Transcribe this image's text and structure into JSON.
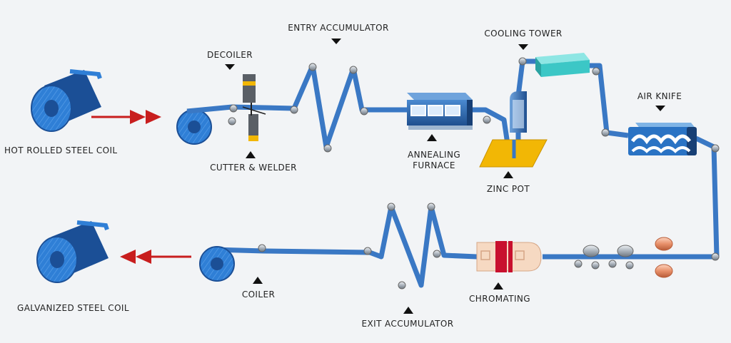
{
  "labels": {
    "hot_rolled_coil": "HOT ROLLED STEEL COIL",
    "decoiler": "DECOILER",
    "cutter_welder": "CUTTER & WELDER",
    "entry_accumulator": "ENTRY ACCUMULATOR",
    "annealing_furnace_line1": "ANNEALING",
    "annealing_furnace_line2": "FURNACE",
    "cooling_tower": "COOLING TOWER",
    "zinc_pot": "ZINC POT",
    "air_knife": "AIR KNIFE",
    "chromating": "CHROMATING",
    "exit_accumulator": "EXIT ACCUMULATOR",
    "coiler": "COILER",
    "galvanized_coil": "GALVANIZED STEEL COIL"
  },
  "colors": {
    "strip": "#3a78c4",
    "strip_dark": "#1f4f8f",
    "coil": "#2f7fd6",
    "coil_dark": "#1b4f96",
    "arrow": "#c81e1e",
    "furnace": "#2e6fb8",
    "cooling_tower": "#3cc7c6",
    "zinc_pot": "#f2b705",
    "chromating_body": "#f6d9c2",
    "chromating_band": "#c8102e",
    "roller": "#b8bec6",
    "copper_roller": "#e8906a",
    "pointer": "#111111"
  }
}
